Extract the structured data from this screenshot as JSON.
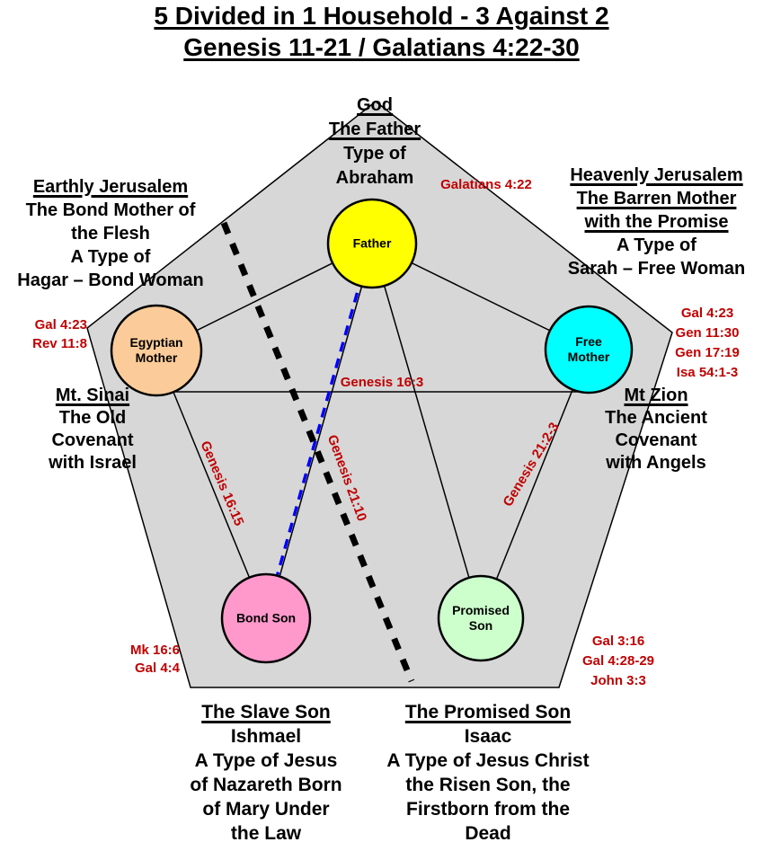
{
  "title": {
    "line1": "5 Divided in 1 Household - 3 Against 2",
    "line2": "Genesis 11-21 / Galatians 4:22-30"
  },
  "blocks": {
    "god": [
      "God",
      "The Father",
      "Type of",
      "Abraham"
    ],
    "earthly": [
      "Earthly Jerusalem",
      "The Bond Mother of",
      "the Flesh",
      "A Type of",
      "Hagar – Bond Woman"
    ],
    "heavenly": [
      "Heavenly Jerusalem",
      "The Barren Mother",
      "with the Promise",
      "A Type of",
      "Sarah – Free Woman"
    ],
    "sinai": [
      "Mt. Sinai",
      "The Old",
      "Covenant",
      "with Israel"
    ],
    "zion": [
      "Mt Zion",
      "The Ancient",
      "Covenant",
      "with Angels"
    ],
    "slave": [
      "The Slave Son",
      "Ishmael",
      "A Type of Jesus",
      "of Nazareth Born",
      "of Mary Under",
      "the Law"
    ],
    "promised": [
      "The Promised Son",
      "Isaac",
      "A Type of Jesus Christ",
      "the Risen Son, the",
      "Firstborn from the",
      "Dead"
    ]
  },
  "refs": {
    "galatians422": "Galatians 4:22",
    "egyptian_mother": [
      "Gal 4:23",
      "Rev 11:8"
    ],
    "free_mother": [
      "Gal 4:23",
      "Gen 11:30",
      "Gen 17:19",
      "Isa 54:1-3"
    ],
    "bond_son": [
      "Mk 16:6",
      "Gal 4:4"
    ],
    "promised_son": [
      "Gal 3:16",
      "Gal 4:28-29",
      "John 3:3"
    ]
  },
  "edge_labels": {
    "mothers": "Genesis 16:3",
    "egyptian_to_bond": "Genesis 16:15",
    "father_to_bond": "Genesis 21:10",
    "free_to_promised": "Genesis 21:2-3"
  },
  "nodes": {
    "father": {
      "label": "Father",
      "color": "#FFFF00"
    },
    "egyptian_mother": {
      "label": "Egyptian\nMother",
      "color": "#FBCC99"
    },
    "free_mother": {
      "label": "Free\nMother",
      "color": "#00FFFF"
    },
    "bond_son": {
      "label": "Bond Son",
      "color": "#FF99CC"
    },
    "promised_son": {
      "label": "Promised\nSon",
      "color": "#CCFFCC"
    }
  },
  "colors": {
    "pentagon_fill": "#D7D7D7",
    "outline": "#000000",
    "reference_red": "#C00000",
    "covenant_line_blue": "#0000FF"
  }
}
